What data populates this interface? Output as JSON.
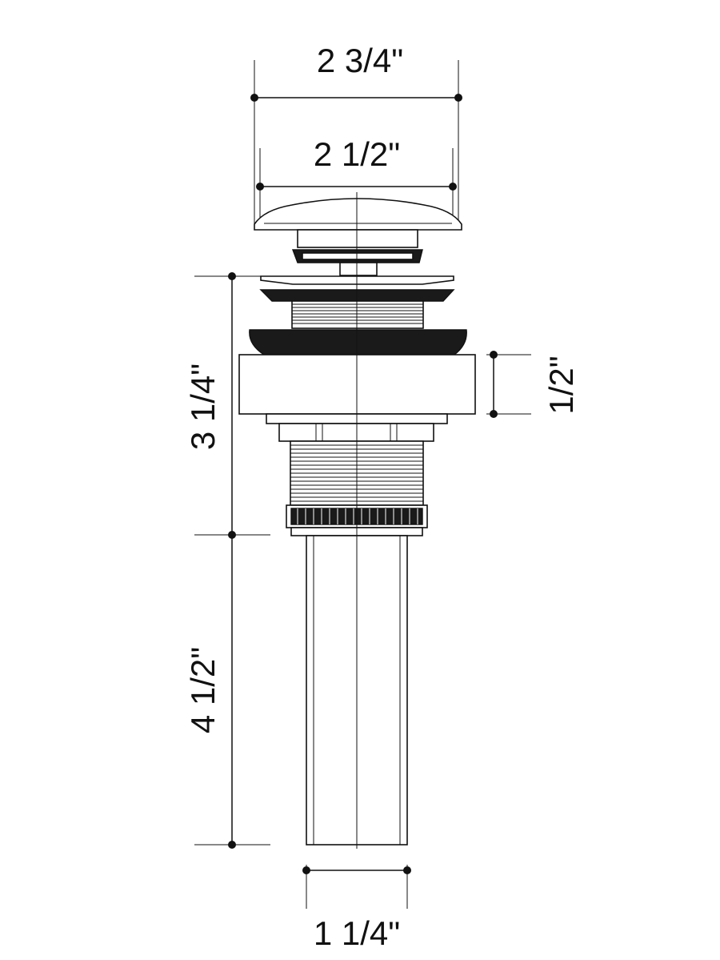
{
  "dimensions": {
    "overall_cap_width": "2 3/4\"",
    "cap_top_width": "2 1/2\"",
    "upper_body_height": "3 1/4\"",
    "flange_height": "1/2\"",
    "tailpiece_length": "4 1/2\"",
    "tailpiece_diameter": "1 1/4\""
  }
}
